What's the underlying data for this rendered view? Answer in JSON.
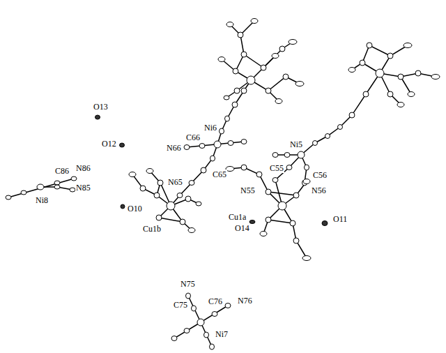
{
  "diagram": {
    "labels": [
      "N66",
      "C66",
      "Ni6",
      "O13",
      "N65",
      "C65",
      "O12",
      "N86",
      "C86",
      "Ni8",
      "N85",
      "O10",
      "Cu1b",
      "Cu1a",
      "N55",
      "C55",
      "Ni5",
      "C56",
      "N56",
      "O14",
      "O11",
      "N75",
      "C75",
      "C76",
      "N76",
      "Ni7"
    ]
  }
}
